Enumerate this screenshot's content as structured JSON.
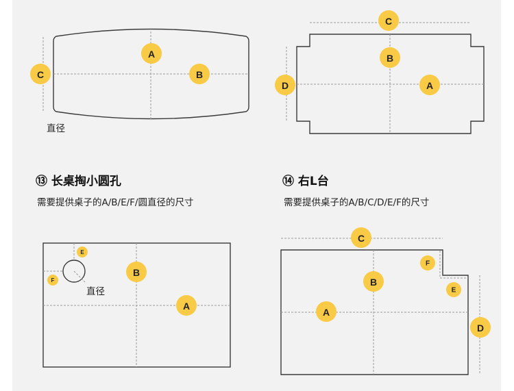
{
  "colors": {
    "panel": "#f2f2f2",
    "badge": "#f8ca45",
    "outline": "#3a3a3a"
  },
  "diagram_top_left": {
    "label_diameter": "直径",
    "badges": {
      "a": "A",
      "b": "B",
      "c": "C"
    }
  },
  "diagram_top_right": {
    "badges": {
      "a": "A",
      "b": "B",
      "c": "C",
      "d": "D"
    }
  },
  "section_13": {
    "title": "⑬ 长桌掏小圆孔",
    "subtitle": "需要提供桌子的A/B/E/F/圆直径的尺寸",
    "label_diameter": "直径",
    "badges": {
      "a": "A",
      "b": "B",
      "e": "E",
      "f": "F"
    }
  },
  "section_14": {
    "title": "⑭ 右L台",
    "subtitle": "需要提供桌子的A/B/C/D/E/F的尺寸",
    "badges": {
      "a": "A",
      "b": "B",
      "c": "C",
      "d": "D",
      "e": "E",
      "f": "F"
    }
  }
}
